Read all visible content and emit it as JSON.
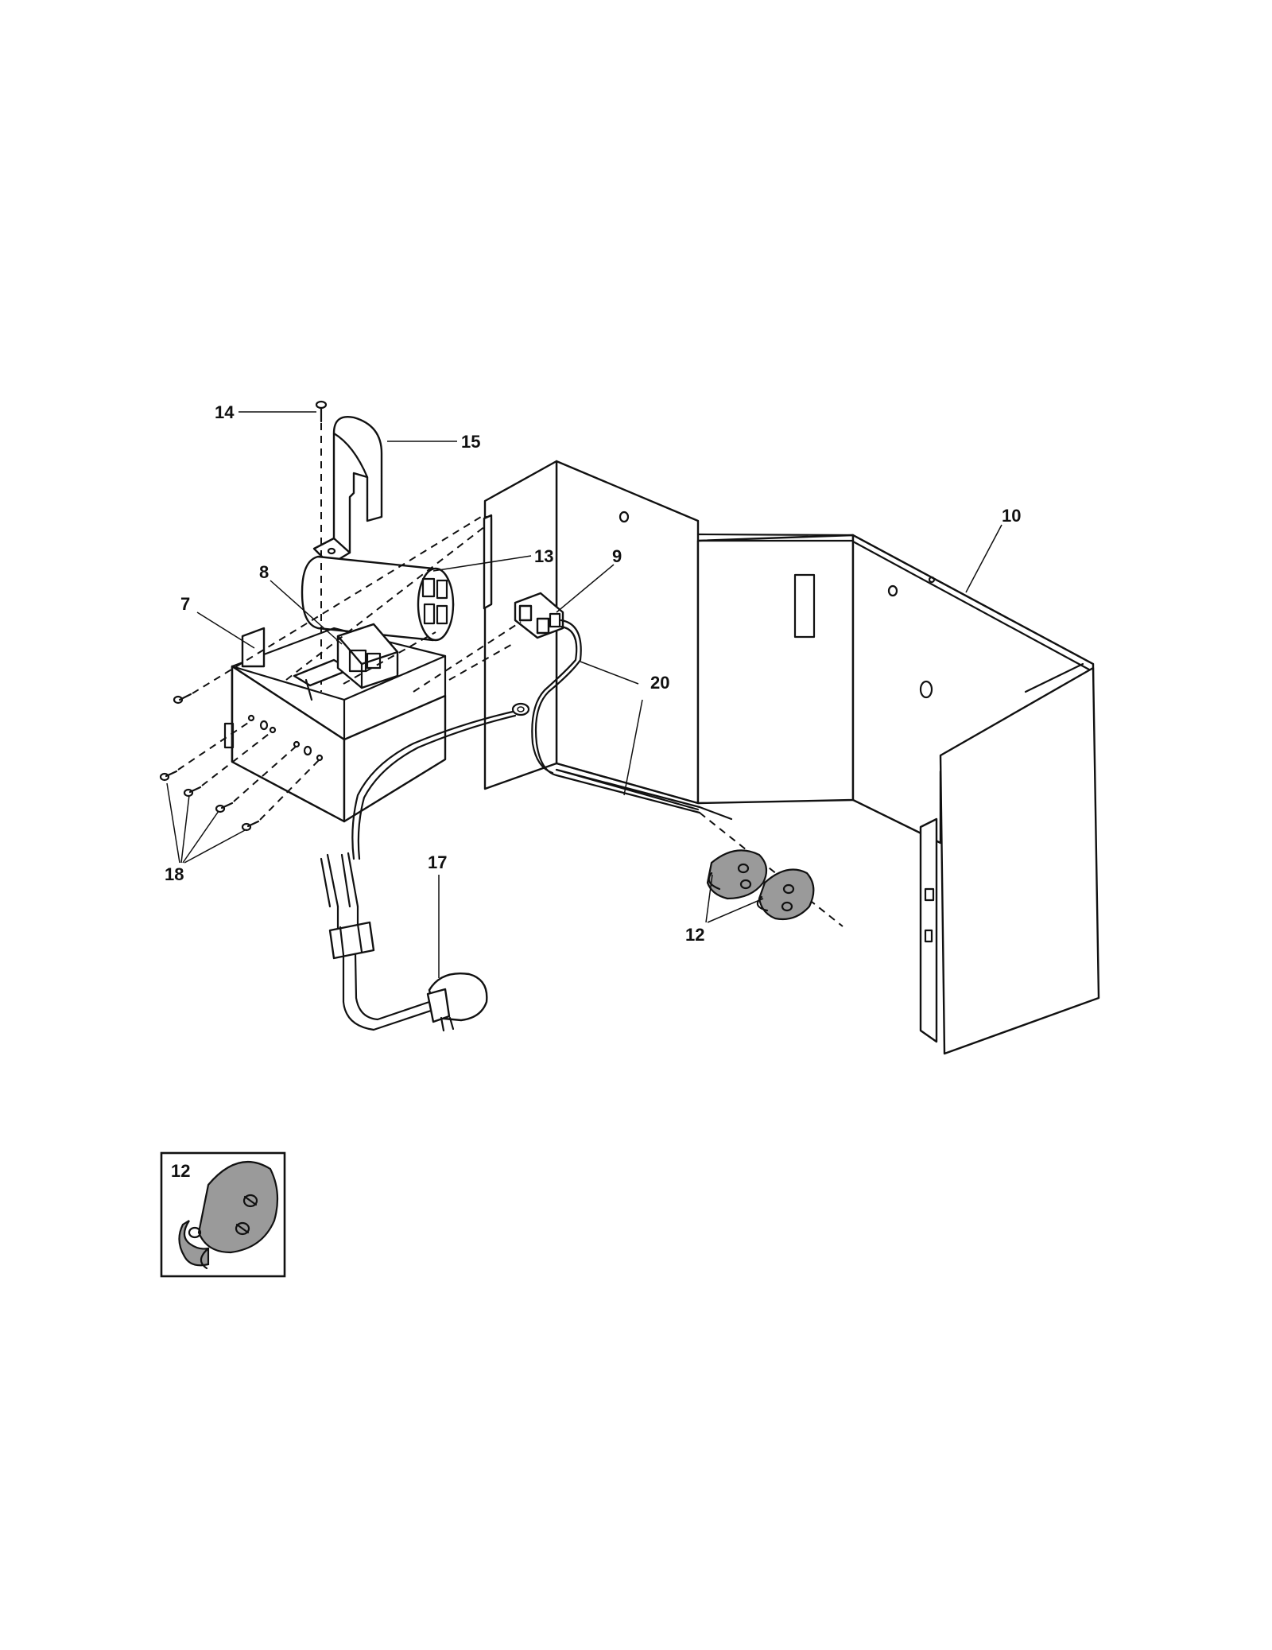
{
  "labels": {
    "p7": "7",
    "p8": "8",
    "p9": "9",
    "p10": "10",
    "p12": "12",
    "p13": "13",
    "p14": "14",
    "p15": "15",
    "p17": "17",
    "p18": "18",
    "p20": "20"
  },
  "inset": {
    "label": "12"
  }
}
